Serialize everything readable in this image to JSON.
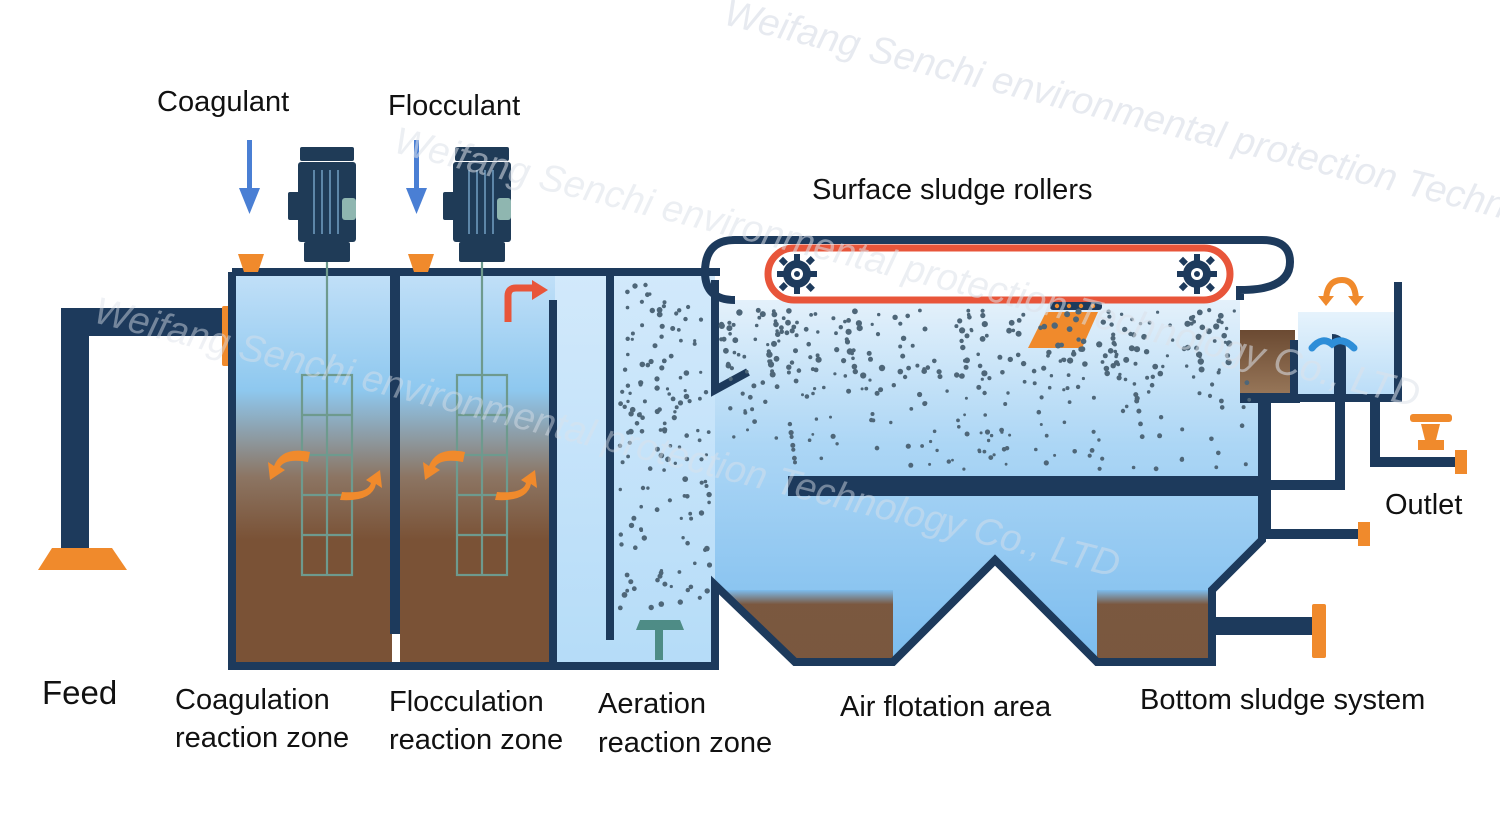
{
  "labels": {
    "coagulant": "Coagulant",
    "flocculant": "Flocculant",
    "surface_sludge_rollers": "Surface sludge rollers",
    "outlet": "Outlet",
    "feed": "Feed",
    "coagulation_line1": "Coagulation",
    "coagulation_line2": "reaction zone",
    "flocculation_line1": "Flocculation",
    "flocculation_line2": "reaction zone",
    "aeration_line1": "Aeration",
    "aeration_line2": "reaction zone",
    "air_flotation_area": "Air flotation area",
    "bottom_sludge_system": "Bottom sludge system"
  },
  "watermark": "Weifang Senchi environmental protection Technology Co., LTD",
  "colors": {
    "pipe": "#1d3a5c",
    "orange": "#f08a2c",
    "roller_belt": "#e8553a",
    "water_light": "#cfe6fa",
    "water_mid": "#7fbfee",
    "sludge": "#7a5236",
    "arrow_blue": "#4a7fd4",
    "motor": "#1f3b57",
    "watermark": "#dde2ea"
  }
}
